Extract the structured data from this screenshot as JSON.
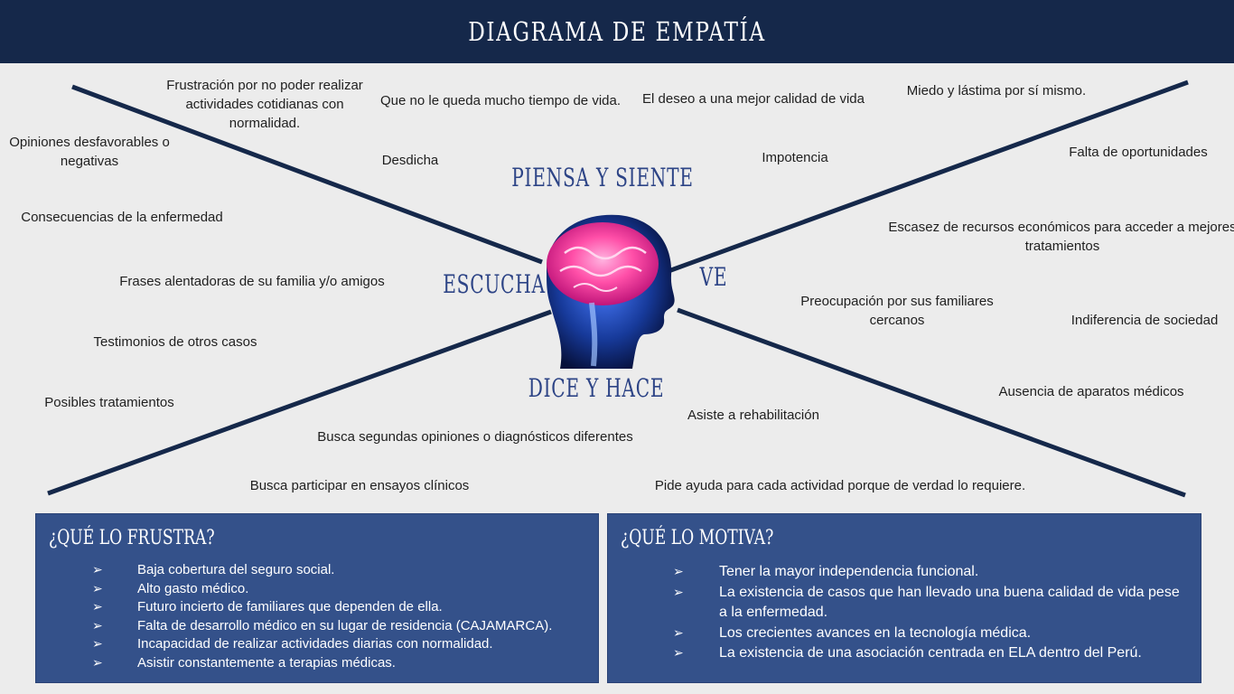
{
  "title": "DIAGRAMA DE EMPATÍA",
  "quadrants": {
    "piensa": "PIENSA Y SIENTE",
    "escucha": "ESCUCHA",
    "ve": "VE",
    "dice": "DICE Y HACE"
  },
  "notes": {
    "frustracion_1": "Frustración por no poder realizar",
    "frustracion_2": "actividades  cotidianas con",
    "frustracion_3": "normalidad.",
    "queda": "Que no le queda mucho tiempo de vida.",
    "deseo": "El deseo a una mejor calidad de vida",
    "miedo": "Miedo y lástima por sí mismo.",
    "opiniones_1": "Opiniones desfavorables o",
    "opiniones_2": "negativas",
    "desdicha": "Desdicha",
    "impotencia": "Impotencia",
    "falta_oportunidades": "Falta de oportunidades",
    "consecuencias": "Consecuencias de la enfermedad",
    "escasez_1": "Escasez de recursos económicos para acceder a mejores",
    "escasez_2": "tratamientos",
    "frases": "Frases alentadoras de su familia y/o amigos",
    "preocupacion_1": "Preocupación por sus familiares",
    "preocupacion_2": "cercanos",
    "indiferencia": "Indiferencia de sociedad",
    "testimonios": "Testimonios de otros casos",
    "ausencia": "Ausencia de aparatos médicos",
    "posibles": "Posibles tratamientos",
    "asiste": "Asiste a rehabilitación",
    "busca_segundas": "Busca segundas opiniones o diagnósticos diferentes",
    "busca_ensayos": "Busca participar en ensayos clínicos",
    "pide_ayuda": "Pide ayuda para cada actividad porque de verdad lo requiere."
  },
  "frustra": {
    "title": "¿QUÉ LO FRUSTRA?",
    "items": [
      "Baja cobertura del seguro social.",
      "Alto gasto médico.",
      "Futuro incierto de familiares que dependen de ella.",
      "Falta de desarrollo médico en su lugar de residencia (CAJAMARCA).",
      "Incapacidad de realizar actividades diarias con normalidad.",
      "Asistir constantemente  a  terapias médicas."
    ]
  },
  "motiva": {
    "title": "¿QUÉ LO MOTIVA?",
    "items": [
      "Tener la mayor independencia funcional.",
      "La existencia de casos que han llevado una buena calidad de vida pese",
      "a la enfermedad.",
      "Los crecientes avances en la tecnología médica.",
      "La existencia de una asociación centrada en ELA dentro del Perú."
    ]
  },
  "bullet_glyph": "➢",
  "colors": {
    "header": "#15284a",
    "panel": "#34518a",
    "label": "#2d4486",
    "line": "#15284a"
  }
}
